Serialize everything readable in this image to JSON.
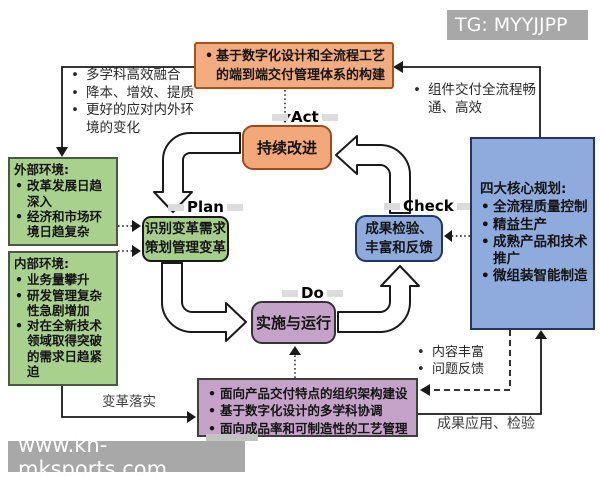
{
  "watermarks": {
    "top_right": "TG: MYYJJPP",
    "bottom_left": "www.kh-mksports.com"
  },
  "colors": {
    "orange_fill": "#F2A878",
    "orange_border": "#9E4A1E",
    "green_fill": "#A9D18E",
    "blue_fill": "#8FAADC",
    "blue_border": "#1F3864",
    "purple_fill": "#C5A3C9",
    "watermark_gray": "#A8A8A8"
  },
  "top_box": {
    "text": "基于数字化设计和全流程工艺的端到端交付管理体系的构建"
  },
  "benefits": {
    "items": [
      "多学科高效融合",
      "降本、增效、提质",
      "更好的应对内外环境的变化"
    ]
  },
  "component_note": {
    "text": "组件交付全流程畅通、高效"
  },
  "env_external": {
    "title": "外部环境:",
    "items": [
      "改革发展日趋深入",
      "经济和市场环境日趋复杂"
    ]
  },
  "env_internal": {
    "title": "内部环境:",
    "items": [
      "业务量攀升",
      "研发管理复杂性急剧增加",
      "对在全新技术领域取得突破的需求日趋紧迫"
    ]
  },
  "cycle": {
    "act": {
      "label": "Act",
      "text": "持续改进"
    },
    "plan": {
      "label": "Plan",
      "lines": [
        "识别变革需求",
        "策划管理变革"
      ]
    },
    "do": {
      "label": "Do",
      "text": "实施与运行"
    },
    "check": {
      "label": "Check",
      "text": "成果检验、丰富和反馈"
    }
  },
  "core_plans": {
    "title": "四大核心规划:",
    "items": [
      "全流程质量控制",
      "精益生产",
      "成熟产品和技术推广",
      "微组装智能制造"
    ]
  },
  "bottom_box": {
    "items": [
      "面向产品交付特点的组织架构建设",
      "基于数字化设计的多学科协调",
      "面向成品率和可制造性的工艺管理"
    ]
  },
  "edge_labels": {
    "change_implementation": "变革落实",
    "result_application": "成果应用、检验",
    "feedback_items": [
      "内容丰富",
      "问题反馈"
    ]
  }
}
